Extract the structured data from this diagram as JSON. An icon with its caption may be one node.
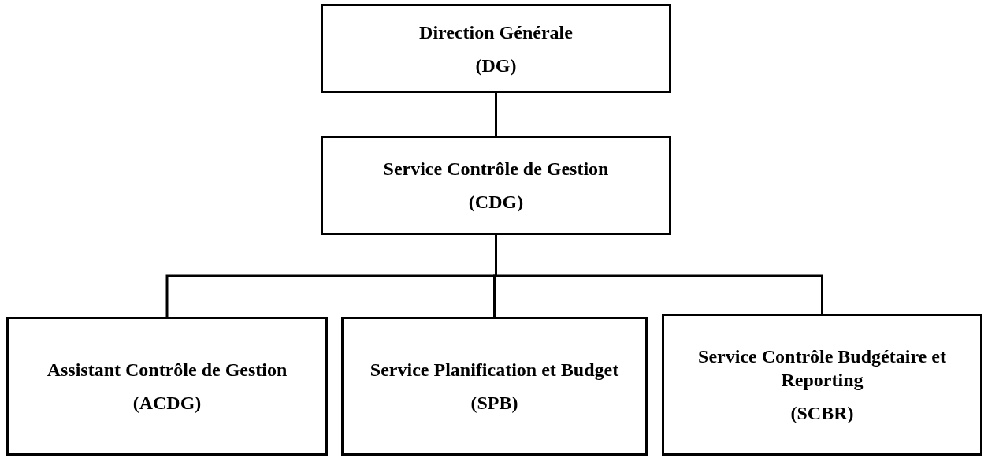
{
  "diagram": {
    "nodes": [
      {
        "text": [
          "Direction Générale",
          "(DG)"
        ]
      },
      {
        "text": [
          "Service Contrôle de Gestion",
          "(CDG)"
        ]
      },
      {
        "text": [
          "Assistant Contrôle de Gestion",
          "(ACDG)"
        ]
      },
      {
        "text": [
          "Service Planification et Budget",
          "(SPB)"
        ]
      },
      {
        "text": [
          "Service Contrôle Budgétaire et Reporting",
          "(SCBR)"
        ]
      }
    ],
    "edges": [
      {
        "from": 0,
        "to": 1,
        "arrow": "none"
      },
      {
        "from": 1,
        "to": 2,
        "arrow": "none"
      },
      {
        "from": 1,
        "to": 3,
        "arrow": "none"
      },
      {
        "from": 1,
        "to": 4,
        "arrow": "none"
      }
    ]
  }
}
